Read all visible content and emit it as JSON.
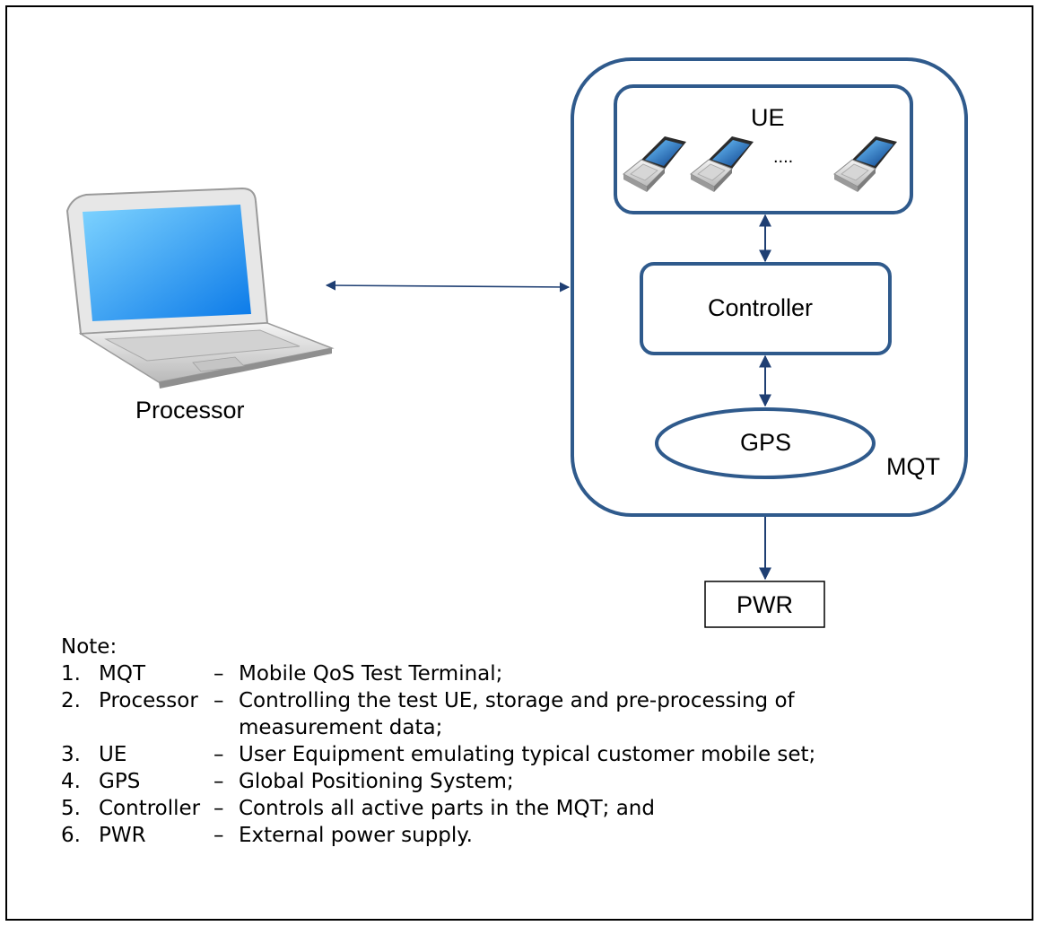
{
  "diagram": {
    "nodes": {
      "ue": "UE",
      "ue_ellipsis": "....",
      "controller": "Controller",
      "gps": "GPS",
      "mqt": "MQT",
      "processor": "Processor",
      "pwr": "PWR"
    },
    "edges": [
      {
        "from": "Processor",
        "to": "MQT",
        "direction": "both"
      },
      {
        "from": "UE",
        "to": "Controller",
        "direction": "both"
      },
      {
        "from": "Controller",
        "to": "GPS",
        "direction": "both"
      },
      {
        "from": "MQT",
        "to": "PWR",
        "direction": "forward"
      }
    ],
    "colors": {
      "box_stroke": "#2f5a8c",
      "arrow": "#1f3f73"
    },
    "icons": [
      "processor-laptop-icon",
      "ue-device-icon"
    ]
  },
  "notes": {
    "heading": "Note:",
    "items": [
      {
        "num": "1.",
        "term": "MQT",
        "dash": "–",
        "desc": "Mobile QoS Test Terminal;"
      },
      {
        "num": "2.",
        "term": "Processor",
        "dash": "–",
        "desc": "Controlling the test UE, storage and pre-processing of measurement data;"
      },
      {
        "num": "3.",
        "term": "UE",
        "dash": "–",
        "desc": "User Equipment emulating typical customer mobile set;"
      },
      {
        "num": "4.",
        "term": "GPS",
        "dash": "–",
        "desc": "Global Positioning System;"
      },
      {
        "num": "5.",
        "term": "Controller",
        "dash": "–",
        "desc": "Controls all active parts in the MQT; and"
      },
      {
        "num": "6.",
        "term": "PWR",
        "dash": "–",
        "desc": "External power supply."
      }
    ]
  }
}
